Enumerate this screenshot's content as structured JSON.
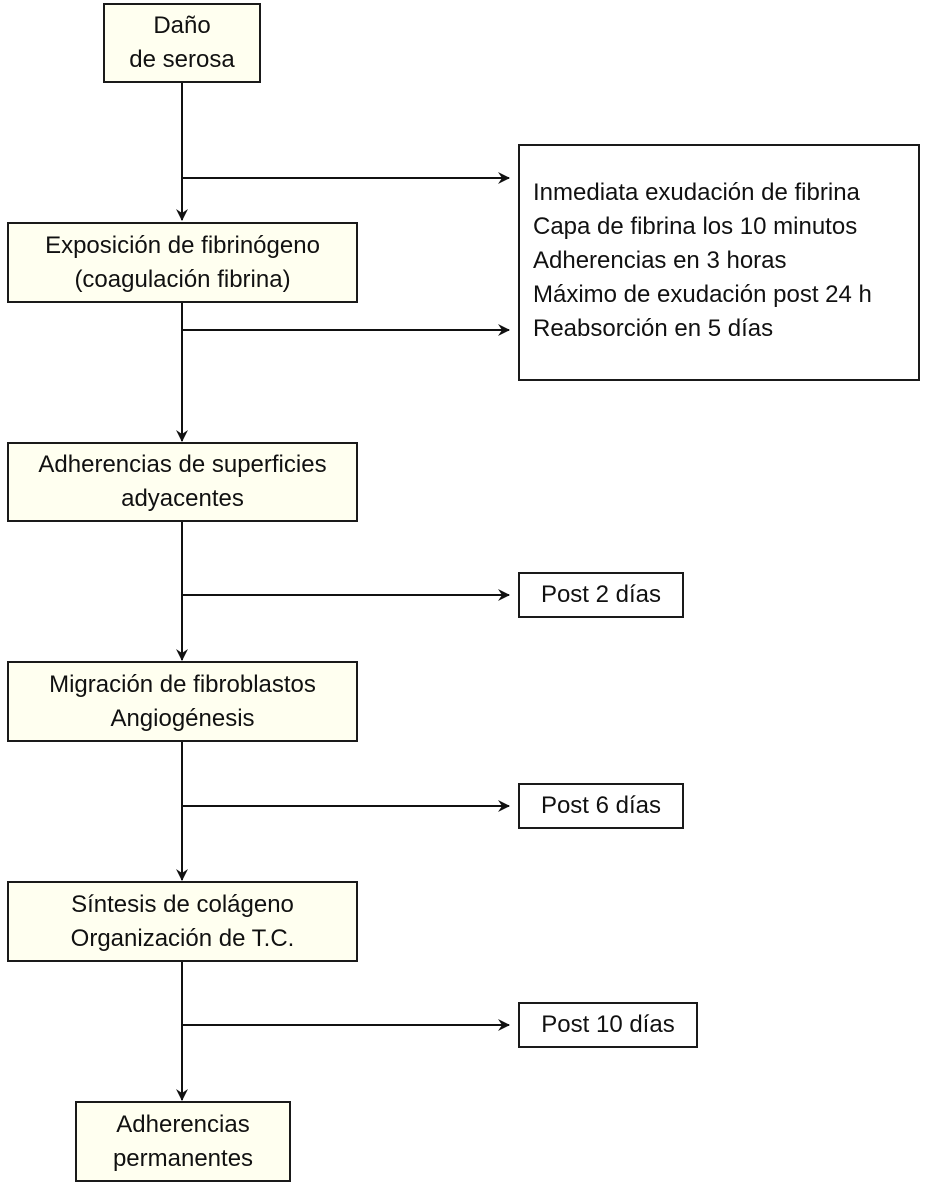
{
  "flow": {
    "step1": [
      "Daño",
      "de serosa"
    ],
    "step2": [
      "Exposición de fibrinógeno",
      "(coagulación fibrina)"
    ],
    "step3": [
      "Adherencias de superficies",
      "adyacentes"
    ],
    "step4": [
      "Migración de fibroblastos",
      "Angiogénesis"
    ],
    "step5": [
      "Síntesis de colágeno",
      "Organización de T.C."
    ],
    "step6": [
      "Adherencias",
      "permanentes"
    ]
  },
  "side": {
    "notes": [
      "Inmediata exudación de fibrina",
      "Capa de fibrina los 10 minutos",
      "Adherencias en 3 horas",
      "Máximo de exudación post 24 h",
      "Reabsorción en 5 días"
    ],
    "post2": "Post 2 días",
    "post6": "Post 6 días",
    "post10": "Post 10 días"
  }
}
